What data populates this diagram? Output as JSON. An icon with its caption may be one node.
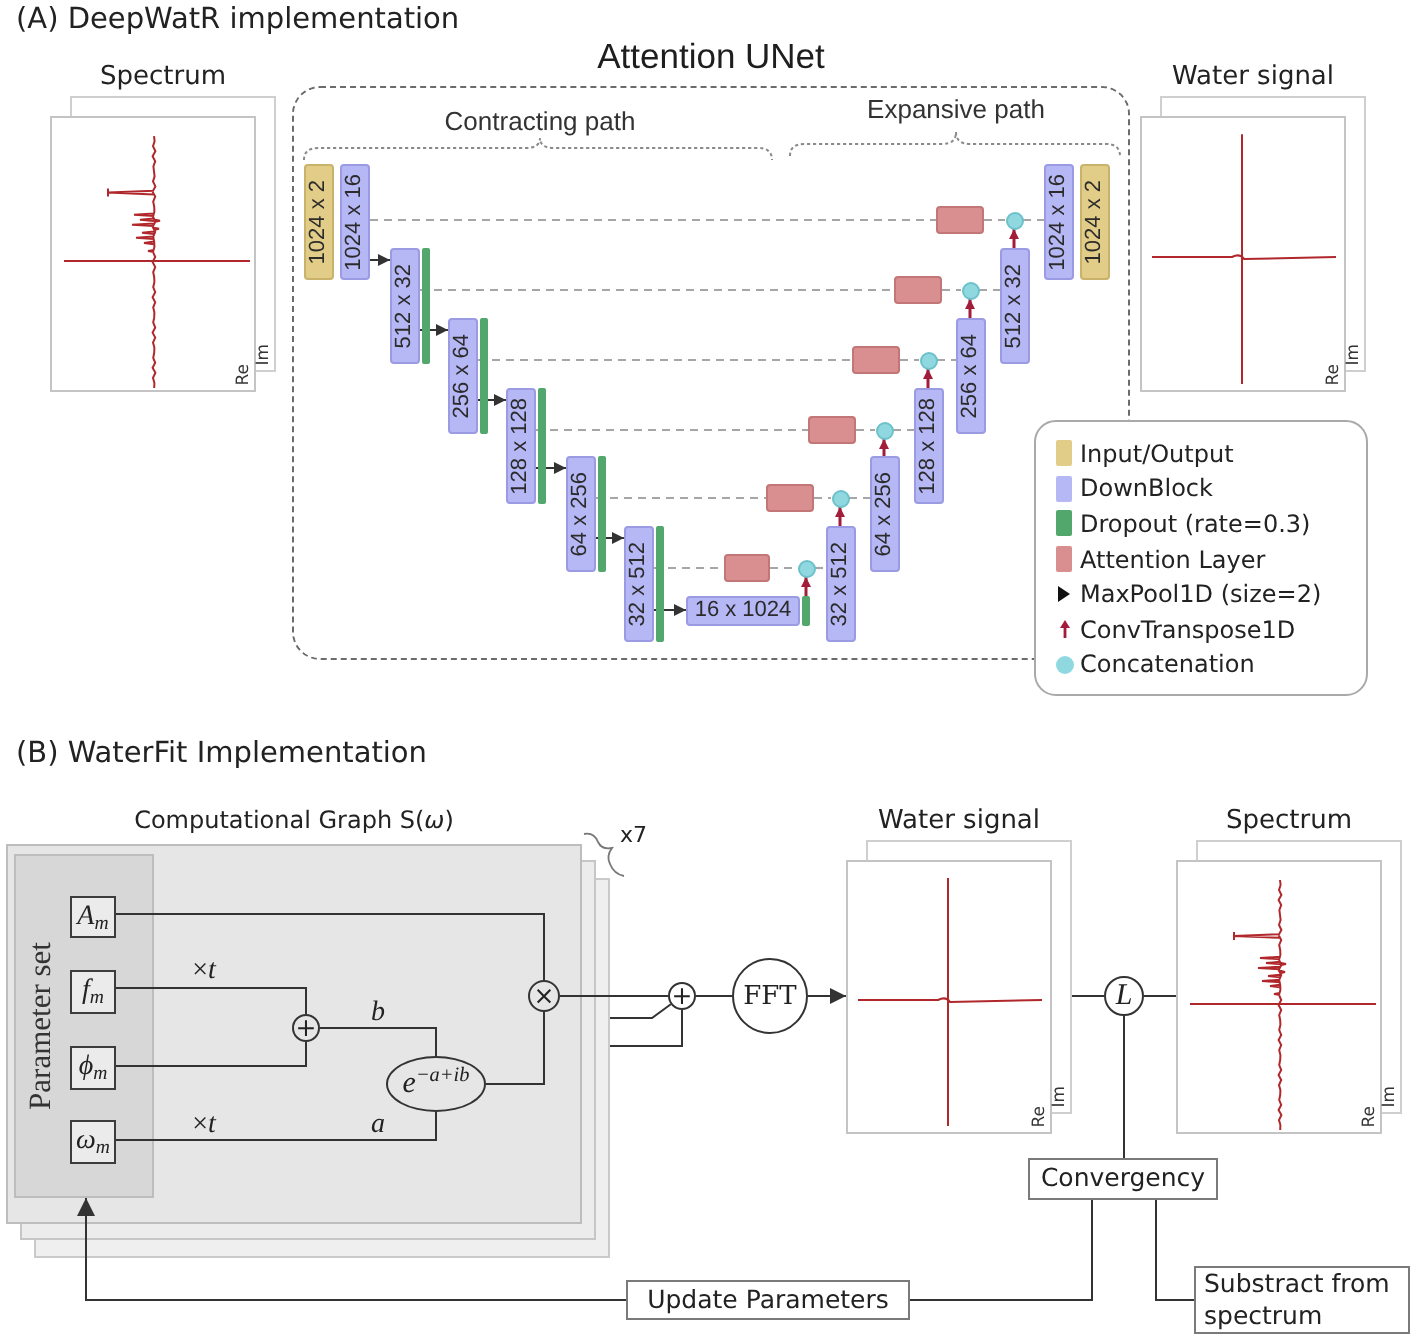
{
  "diagram": {
    "nodes": [
      {
        "text": [
          "Spectrum",
          "Re",
          "Im"
        ]
      },
      {
        "text": [
          "Attention UNet"
        ]
      },
      {
        "text": [
          "1024 x 2"
        ],
        "in": 1
      },
      {
        "text": [
          "1024 x 16"
        ],
        "in": 1
      },
      {
        "text": [
          "512 x 32"
        ],
        "in": 1
      },
      {
        "text": [
          "256 x 64"
        ],
        "in": 1
      },
      {
        "text": [
          "128 x 128"
        ],
        "in": 1
      },
      {
        "text": [
          "64 x 256"
        ],
        "in": 1
      },
      {
        "text": [
          "32 x 512"
        ],
        "in": 1
      },
      {
        "text": [
          "16 x 1024"
        ],
        "in": 1
      },
      {
        "text": [],
        "shape": "box",
        "in": 1
      },
      {
        "text": [],
        "shape": "circle",
        "in": 1
      },
      {
        "text": [
          "32 x 512"
        ],
        "in": 1
      },
      {
        "text": [],
        "shape": "box",
        "in": 1
      },
      {
        "text": [],
        "shape": "circle",
        "in": 1
      },
      {
        "text": [
          "64 x 256"
        ],
        "in": 1
      },
      {
        "text": [],
        "shape": "box",
        "in": 1
      },
      {
        "text": [],
        "shape": "circle",
        "in": 1
      },
      {
        "text": [
          "128 x 128"
        ],
        "in": 1
      },
      {
        "text": [],
        "shape": "box",
        "in": 1
      },
      {
        "text": [],
        "shape": "circle",
        "in": 1
      },
      {
        "text": [
          "256 x 64"
        ],
        "in": 1
      },
      {
        "text": [],
        "shape": "box",
        "in": 1
      },
      {
        "text": [],
        "shape": "circle",
        "in": 1
      },
      {
        "text": [
          "512 x 32"
        ],
        "in": 1
      },
      {
        "text": [],
        "shape": "box",
        "in": 1
      },
      {
        "text": [],
        "shape": "circle",
        "in": 1
      },
      {
        "text": [
          "1024 x 16"
        ],
        "in": 1
      },
      {
        "text": [
          "1024 x 2"
        ],
        "in": 1
      },
      {
        "text": [
          "Water signal",
          "Re",
          "Im"
        ]
      },
      {
        "text": [
          "Computational Graph S(*ω*)"
        ]
      },
      {
        "text": [
          "Parameter set"
        ],
        "in": 30
      },
      {
        "text": [
          "A$_{m}$"
        ],
        "in": 31
      },
      {
        "text": [
          "f$_{m}$"
        ],
        "in": 31
      },
      {
        "text": [
          "ϕ$_{m}$"
        ],
        "in": 31
      },
      {
        "text": [
          "ω$_{m}$"
        ],
        "in": 31
      },
      {
        "text": [
          "+"
        ],
        "in": 30
      },
      {
        "text": [
          "e$^{−a+ib}$"
        ],
        "in": 30
      },
      {
        "text": [
          "×"
        ],
        "in": 30
      },
      {
        "text": [
          "+"
        ]
      },
      {
        "text": [
          "FFT"
        ]
      },
      {
        "text": [
          "Water signal",
          "Re",
          "Im"
        ]
      },
      {
        "text": [
          "L"
        ]
      },
      {
        "text": [
          "Spectrum",
          "Re",
          "Im"
        ]
      },
      {
        "text": [
          "Convergency"
        ]
      },
      {
        "text": [
          "Update Parameters"
        ]
      },
      {
        "text": [
          "Substract from spectrum"
        ]
      }
    ],
    "edges": [
      {
        "from": 3,
        "to": 4,
        "arrow": "to"
      },
      {
        "from": 4,
        "to": 5,
        "arrow": "to"
      },
      {
        "from": 5,
        "to": 6,
        "arrow": "to"
      },
      {
        "from": 6,
        "to": 7,
        "arrow": "to"
      },
      {
        "from": 7,
        "to": 8,
        "arrow": "to"
      },
      {
        "from": 8,
        "to": 9,
        "arrow": "to"
      },
      {
        "from": 3,
        "to": 25,
        "arrow": "none",
        "style": "dashed",
        "color": "#a6a6a6"
      },
      {
        "from": 25,
        "to": 26,
        "arrow": "none",
        "style": "dashed",
        "color": "#a6a6a6"
      },
      {
        "from": 26,
        "to": 27,
        "arrow": "none",
        "style": "dashed",
        "color": "#a6a6a6"
      },
      {
        "from": 4,
        "to": 22,
        "arrow": "none",
        "style": "dashed",
        "color": "#a6a6a6"
      },
      {
        "from": 22,
        "to": 23,
        "arrow": "none",
        "style": "dashed",
        "color": "#a6a6a6"
      },
      {
        "from": 23,
        "to": 24,
        "arrow": "none",
        "style": "dashed",
        "color": "#a6a6a6"
      },
      {
        "from": 5,
        "to": 19,
        "arrow": "none",
        "style": "dashed",
        "color": "#a6a6a6"
      },
      {
        "from": 19,
        "to": 20,
        "arrow": "none",
        "style": "dashed",
        "color": "#a6a6a6"
      },
      {
        "from": 20,
        "to": 21,
        "arrow": "none",
        "style": "dashed",
        "color": "#a6a6a6"
      },
      {
        "from": 6,
        "to": 16,
        "arrow": "none",
        "style": "dashed",
        "color": "#a6a6a6"
      },
      {
        "from": 16,
        "to": 17,
        "arrow": "none",
        "style": "dashed",
        "color": "#a6a6a6"
      },
      {
        "from": 17,
        "to": 18,
        "arrow": "none",
        "style": "dashed",
        "color": "#a6a6a6"
      },
      {
        "from": 7,
        "to": 13,
        "arrow": "none",
        "style": "dashed",
        "color": "#a6a6a6"
      },
      {
        "from": 13,
        "to": 14,
        "arrow": "none",
        "style": "dashed",
        "color": "#a6a6a6"
      },
      {
        "from": 14,
        "to": 15,
        "arrow": "none",
        "style": "dashed",
        "color": "#a6a6a6"
      },
      {
        "from": 8,
        "to": 10,
        "arrow": "none",
        "style": "dashed",
        "color": "#a6a6a6"
      },
      {
        "from": 10,
        "to": 11,
        "arrow": "none",
        "style": "dashed",
        "color": "#a6a6a6"
      },
      {
        "from": 11,
        "to": 12,
        "arrow": "none",
        "style": "dashed",
        "color": "#a6a6a6"
      },
      {
        "from": 9,
        "to": 11,
        "arrow": "to",
        "color": "#a11d3a"
      },
      {
        "from": 12,
        "to": 14,
        "arrow": "to",
        "color": "#a11d3a"
      },
      {
        "from": 15,
        "to": 17,
        "arrow": "to",
        "color": "#a11d3a"
      },
      {
        "from": 18,
        "to": 20,
        "arrow": "to",
        "color": "#a11d3a"
      },
      {
        "from": 21,
        "to": 23,
        "arrow": "to",
        "color": "#a11d3a"
      },
      {
        "from": 24,
        "to": 26,
        "arrow": "to",
        "color": "#a11d3a"
      },
      {
        "from": 32,
        "to": 38,
        "arrow": "none"
      },
      {
        "from": 33,
        "to": 36,
        "arrow": "none",
        "label": "×*t*"
      },
      {
        "from": 34,
        "to": 36,
        "arrow": "none"
      },
      {
        "from": 36,
        "to": 37,
        "arrow": "none",
        "label": "b"
      },
      {
        "from": 35,
        "to": 37,
        "arrow": "none",
        "label": "×*t*"
      },
      {
        "from": 37,
        "to": 38,
        "arrow": "none"
      },
      {
        "from": 38,
        "to": 39,
        "arrow": "none"
      },
      {
        "from": 30,
        "to": 39,
        "arrow": "none"
      },
      {
        "from": 30,
        "to": 39,
        "arrow": "none"
      },
      {
        "from": 39,
        "to": 40,
        "arrow": "none"
      },
      {
        "from": 40,
        "to": 41,
        "arrow": "to"
      },
      {
        "from": 41,
        "to": 42,
        "arrow": "none"
      },
      {
        "from": 42,
        "to": 43,
        "arrow": "none"
      },
      {
        "from": 42,
        "to": 44,
        "arrow": "none"
      },
      {
        "from": 44,
        "to": 45,
        "arrow": "none"
      },
      {
        "from": 44,
        "to": 46,
        "arrow": "none"
      },
      {
        "from": 45,
        "to": 31,
        "arrow": "to"
      }
    ],
    "labels": [
      "(A) DeepWatR implementation",
      "Contracting path",
      "Expansive path",
      "(B) WaterFit Implementation",
      "x7",
      "a"
    ],
    "legend": [
      {
        "text": "Input/Output",
        "color": "#e2cd88"
      },
      {
        "text": "DownBlock",
        "color": "#b6b7f5"
      },
      {
        "text": "Dropout (rate=0.3)",
        "color": "#52a86c"
      },
      {
        "text": "Attention Layer",
        "color": "#d98f8f"
      },
      {
        "text": "MaxPool1D (size=2)"
      },
      {
        "text": "ConvTranspose1D"
      },
      {
        "text": "Concatenation",
        "color": "#8fd8e0"
      }
    ]
  }
}
